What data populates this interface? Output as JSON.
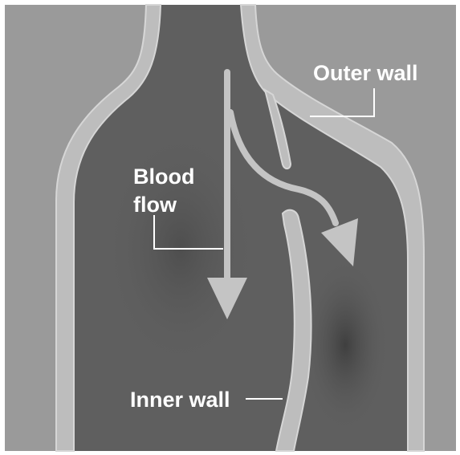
{
  "labels": {
    "blood_flow_line1": "Blood",
    "blood_flow_line2": "flow",
    "outer_wall": "Outer wall",
    "inner_wall": "Inner wall"
  },
  "colors": {
    "background": "#9a9a9a",
    "lumen": "#5f5f5f",
    "wall_fill": "#bdbdbd",
    "wall_outline": "#d6d6d6",
    "arrow": "#c4c4c4",
    "label_text": "#ffffff"
  }
}
